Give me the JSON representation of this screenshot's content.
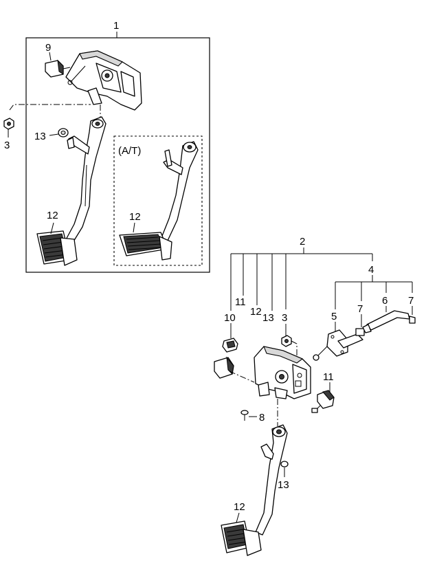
{
  "callouts": {
    "c1": "1",
    "c9": "9",
    "c3_left": "3",
    "c13_top": "13",
    "at_label": "(A/T)",
    "c12_mt": "12",
    "c12_at": "12",
    "c2": "2",
    "c4": "4",
    "c11_bracket": "11",
    "c12_bracket": "12",
    "c13_bracket": "13",
    "c10": "10",
    "c3_right": "3",
    "c5": "5",
    "c7_a": "7",
    "c6": "6",
    "c7_b": "7",
    "c11_right": "11",
    "c8": "8",
    "c13_bottom": "13",
    "c12_bottom": "12"
  }
}
